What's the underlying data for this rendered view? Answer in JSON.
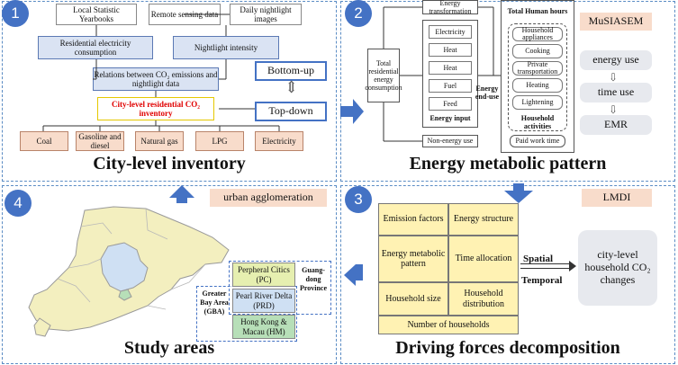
{
  "panel1": {
    "number": "1",
    "title": "City-level inventory",
    "local_yearbooks": "Local Statistic Yearbooks",
    "remote_sensing": "Remote sensing data",
    "nightlight_images": "Daily nightlight images",
    "residential_electricity": "Residential electricity consumption",
    "nightlight_intensity": "Nightlight intensity",
    "relations": "Relations between CO₂ emissions and nightlight data",
    "city_inventory": "City-level residential CO₂ inventory",
    "bottom_up": "Bottom-up",
    "top_down": "Top-down",
    "fuels": [
      "Coal",
      "Gasoline and diesel",
      "Natural gas",
      "LPG",
      "Electricity"
    ]
  },
  "panel2": {
    "number": "2",
    "title": "Energy metabolic pattern",
    "total_residential": "Total residential energy consumption",
    "energy_transformation": "Energy transformation",
    "energy_inputs": [
      "Electricity",
      "Heat",
      "Heat",
      "Fuel",
      "Feed"
    ],
    "energy_input_label": "Energy input",
    "non_energy_use": "Non-energy use",
    "energy_end_use": "Energy end-use",
    "total_human_hours": "Total Human hours",
    "activities": [
      "Household appliances",
      "Cooking",
      "Private transportation",
      "Heating",
      "Lightening"
    ],
    "household_activities": "Household activities",
    "paid_work_time": "Paid work time",
    "musiasem": "MuSIASEM",
    "musiasem_steps": [
      "energy use",
      "time use",
      "EMR"
    ]
  },
  "panel3": {
    "number": "3",
    "title": "Driving forces decomposition",
    "method": "LMDI",
    "factors": [
      "Emission factors",
      "Energy structure",
      "Energy metabolic pattern",
      "Time allocation",
      "Household size",
      "Household distribution"
    ],
    "number_of_households": "Number of households",
    "spatial": "Spatial",
    "temporal": "Temporal",
    "result": "city-level household CO₂ changes"
  },
  "panel4": {
    "number": "4",
    "title": "Study areas",
    "agglomeration": "urban agglomeration",
    "gba": "Greater Bay Area (GBA)",
    "province": "Guang-dong Province",
    "regions": [
      "Perpheral Citics (PC)",
      "Pearl River Delta (PRD)",
      "Hong Kong & Macau (HM)"
    ]
  },
  "colors": {
    "accent_blue": "#4472c4",
    "panel_border": "#5b8cc4",
    "red_text": "#e00000",
    "yellow_box": "#fff2b3",
    "peach_box": "#f8dccb",
    "light_blue_box": "#dae3f3",
    "map_yellow": "#f3efbf",
    "map_blue": "#cfe0f3",
    "map_green": "#b7dfb8"
  }
}
